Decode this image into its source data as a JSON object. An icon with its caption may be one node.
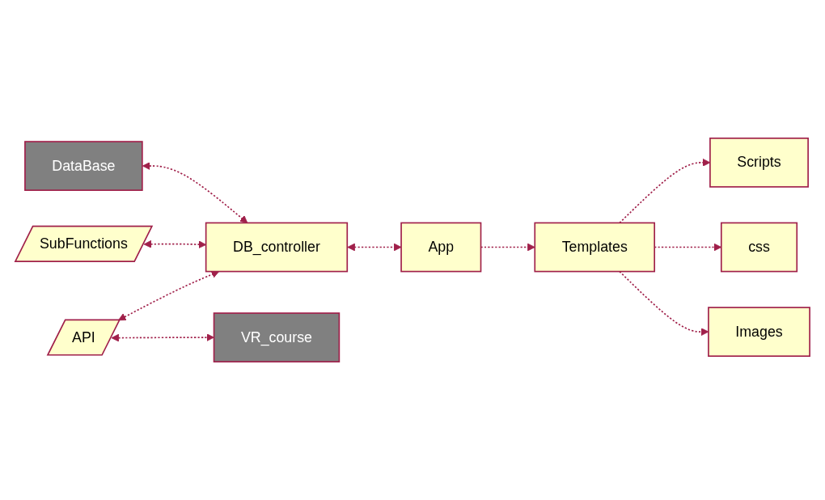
{
  "diagram": {
    "nodes": [
      {
        "text": [
          "DataBase"
        ]
      },
      {
        "text": [
          "SubFunctions"
        ]
      },
      {
        "text": [
          "DB_controller"
        ]
      },
      {
        "text": [
          "App"
        ]
      },
      {
        "text": [
          "Scripts"
        ]
      },
      {
        "text": [
          "Templates"
        ]
      },
      {
        "text": [
          "css"
        ]
      },
      {
        "text": [
          "API"
        ]
      },
      {
        "text": [
          "VR_course"
        ]
      },
      {
        "text": [
          "Images"
        ]
      }
    ],
    "edges": [
      {
        "from": 0,
        "to": 2,
        "arrow": "both",
        "style": "dashed"
      },
      {
        "from": 1,
        "to": 2,
        "arrow": "both",
        "style": "dashed"
      },
      {
        "from": 2,
        "to": 3,
        "arrow": "both",
        "style": "dashed"
      },
      {
        "from": 3,
        "to": 5,
        "arrow": "to",
        "style": "dashed"
      },
      {
        "from": 5,
        "to": 4,
        "arrow": "to",
        "style": "dashed"
      },
      {
        "from": 5,
        "to": 6,
        "arrow": "to",
        "style": "dashed"
      },
      {
        "from": 5,
        "to": 9,
        "arrow": "to",
        "style": "dashed"
      },
      {
        "from": 7,
        "to": 2,
        "arrow": "both",
        "style": "dashed"
      },
      {
        "from": 7,
        "to": 8,
        "arrow": "both",
        "style": "dashed"
      }
    ]
  }
}
